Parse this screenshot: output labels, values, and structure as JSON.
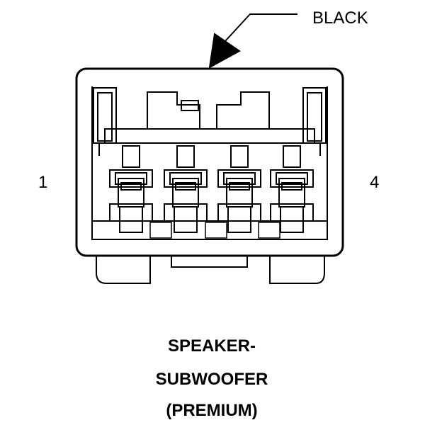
{
  "connector": {
    "color_label": "BLACK",
    "pin_first": "1",
    "pin_last": "4",
    "caption_lines": [
      "SPEAKER-",
      "SUBWOOFER",
      "(PREMIUM)"
    ]
  },
  "colors": {
    "line": "#000000",
    "background": "#ffffff"
  }
}
